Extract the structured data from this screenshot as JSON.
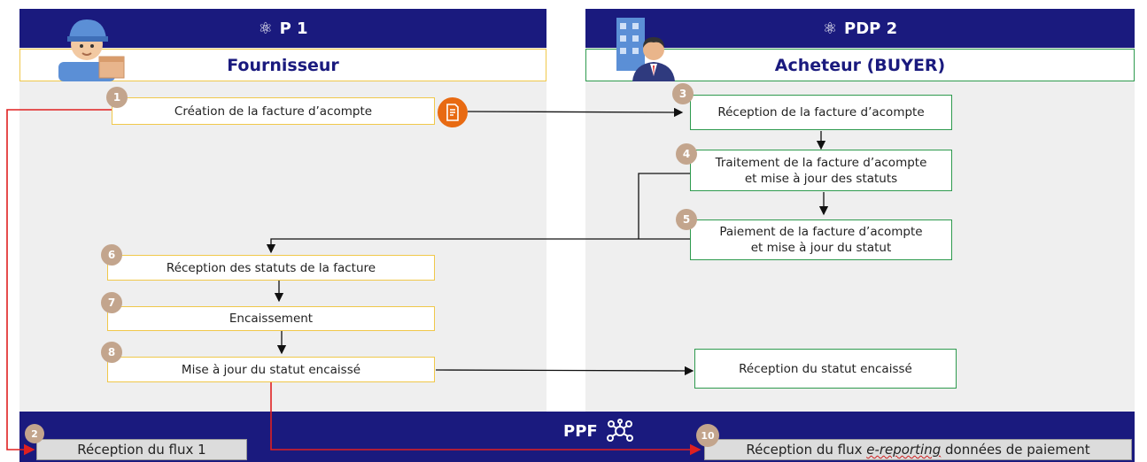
{
  "left_panel": {
    "title": "P 1",
    "role": "Fournisseur",
    "icon": "atom-icon"
  },
  "right_panel": {
    "title": "PDP 2",
    "role": "Acheteur (BUYER)",
    "icon": "atom-icon"
  },
  "ppf": {
    "title": "PPF",
    "icon": "network-icon"
  },
  "steps": {
    "s1": {
      "num": "1",
      "text": "Création de la facture d’acompte"
    },
    "s2": {
      "num": "2",
      "text": "Réception du flux 1"
    },
    "s3": {
      "num": "3",
      "text": "Réception de la facture d’acompte"
    },
    "s4": {
      "num": "4",
      "line1": "Traitement de la facture d’acompte",
      "line2": "et mise à jour des statuts"
    },
    "s5": {
      "num": "5",
      "line1": "Paiement de la facture d’acompte",
      "line2": "et mise à jour du statut"
    },
    "s6": {
      "num": "6",
      "text": "Réception des statuts de la facture"
    },
    "s7": {
      "num": "7",
      "text": "Encaissement"
    },
    "s8": {
      "num": "8",
      "text": "Mise à jour du statut encaissé"
    },
    "s9": {
      "text": "Réception du statut encaissé"
    },
    "s10": {
      "num": "10",
      "pre": "Réception du flux ",
      "em": "e-reporting",
      "post": " données de paiement"
    }
  },
  "colors": {
    "navy": "#1a1a7e",
    "yellow_border": "#f0c84a",
    "green_border": "#2e9a4e",
    "badge": "#c3a58d",
    "red_arrow": "#e02020",
    "orange": "#e86a12"
  }
}
